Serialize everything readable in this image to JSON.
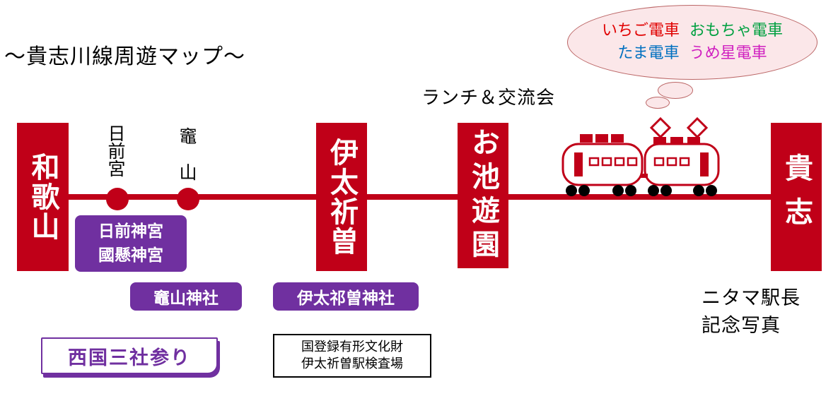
{
  "title": "～貴志川線周遊マップ～",
  "colors": {
    "rail": "#c00018",
    "badge": "#7030a0",
    "bubble_bg": "#fbe7e9",
    "ichigo": "#e00000",
    "omocha": "#00a040",
    "tama": "#0070c0",
    "umeboshi": "#d020c0"
  },
  "stations": {
    "wakayama": "和歌山",
    "itakiso": "伊太祈曽",
    "oike": "お池遊園",
    "kishi": "貴志"
  },
  "stops": {
    "hinokuma": "日前宮",
    "kamayama": "竈山"
  },
  "shrines": {
    "hinokuma_line1": "日前神宮",
    "hinokuma_line2": "國懸神宮",
    "kamayama": "竈山神社",
    "itakiso": "伊太祁曽神社"
  },
  "pilgrimage": "西国三社参り",
  "heritage": {
    "line1": "国登録有形文化財",
    "line2": "伊太祈曽駅検査場"
  },
  "lunch": "ランチ＆交流会",
  "nitama": {
    "line1": "ニタマ駅長",
    "line2": "記念写真"
  },
  "trains": {
    "ichigo": "いちご電車",
    "omocha": "おもちゃ電車",
    "tama": "たま電車",
    "umeboshi": "うめ星電車"
  },
  "icons": {
    "train": "train-icon",
    "thought_bubble": "thought-bubble-icon"
  }
}
